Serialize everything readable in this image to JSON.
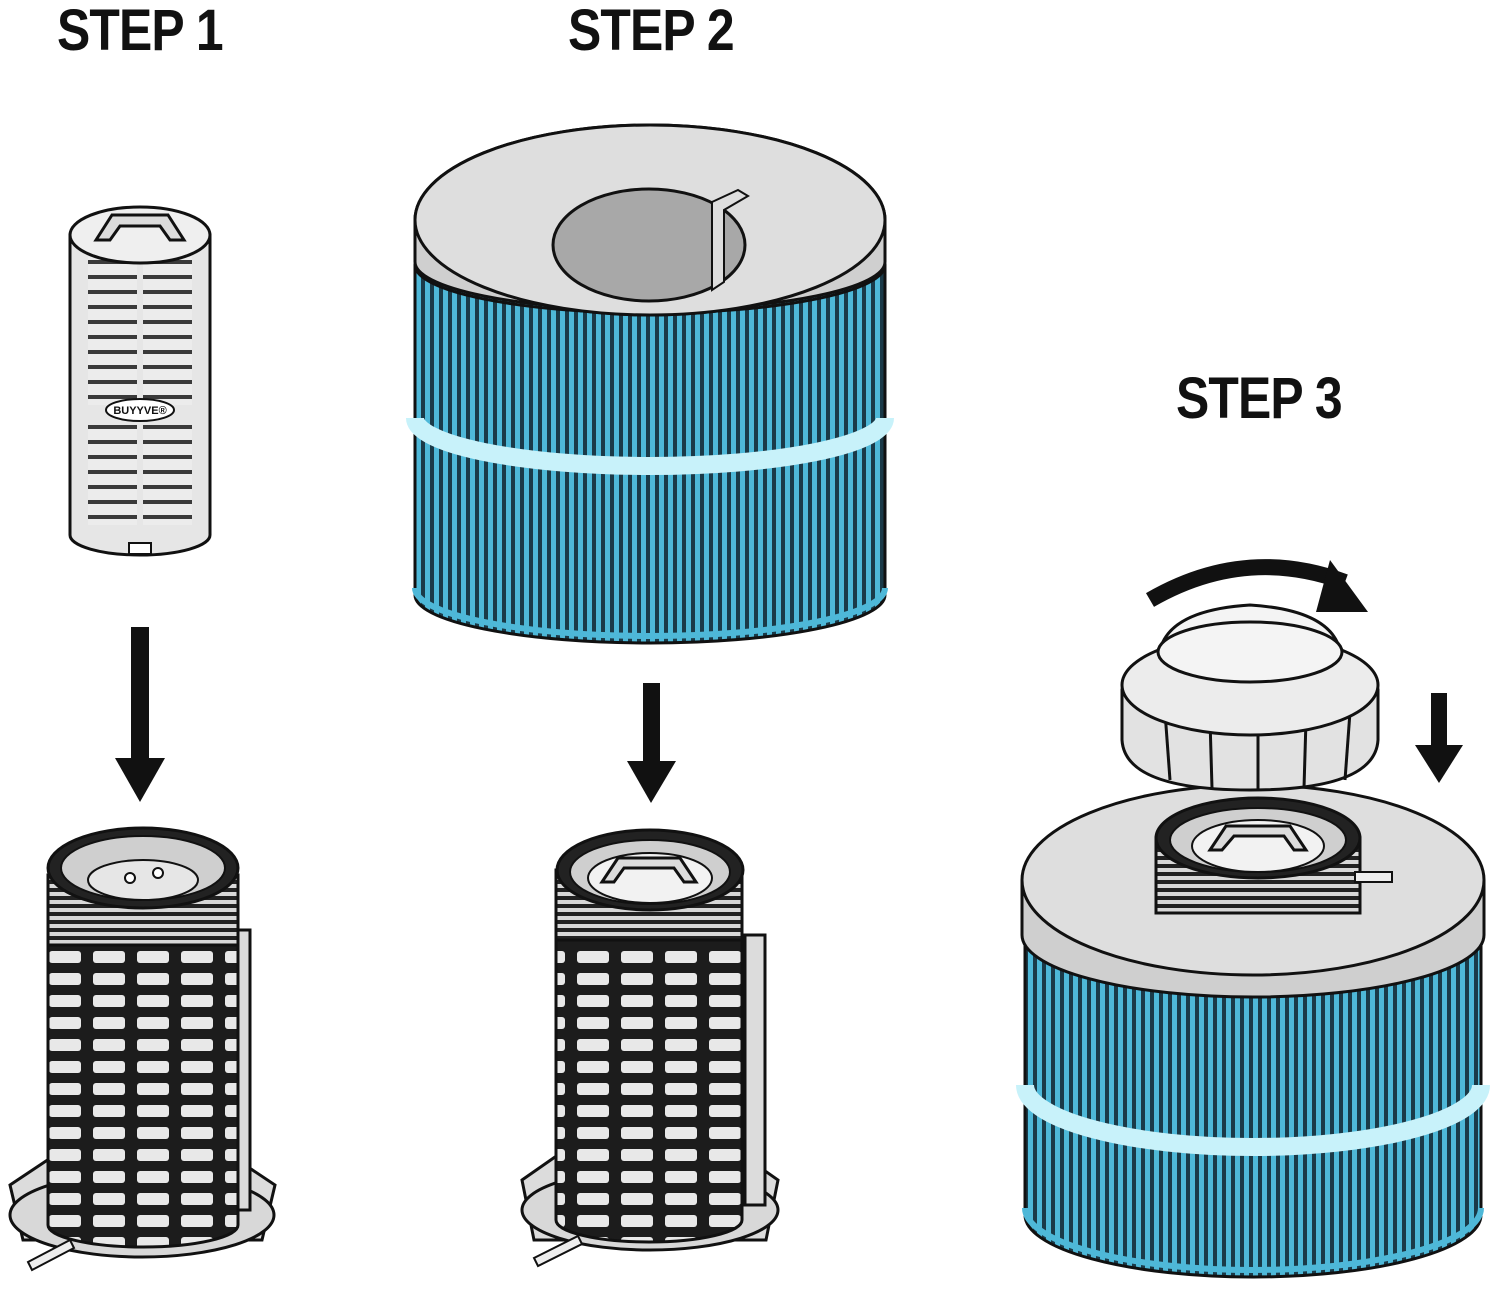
{
  "steps": [
    {
      "title": "STEP 1"
    },
    {
      "title": "STEP 2"
    },
    {
      "title": "STEP 3"
    }
  ],
  "brand": {
    "label": "BUYYVE®"
  },
  "colors": {
    "ink": "#111111",
    "plastic": "#e6e6e6",
    "plastic_dark": "#bdbdbd",
    "pleat_blue": "#4eb8d8",
    "pleat_dark": "#1a3a48",
    "band": "#c8f2fa"
  },
  "icons": [
    "arrow-down-icon",
    "rotate-arrow-icon"
  ]
}
